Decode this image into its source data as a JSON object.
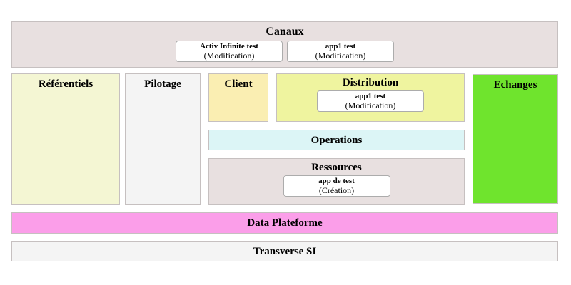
{
  "blocks": {
    "canaux": {
      "title": "Canaux",
      "color": "#e8e0e0",
      "cards": [
        {
          "name": "Activ Infinite test",
          "status": "(Modification)"
        },
        {
          "name": "app1 test",
          "status": "(Modification)"
        }
      ]
    },
    "referentiels": {
      "title": "Référentiels",
      "color": "#f4f6d3"
    },
    "pilotage": {
      "title": "Pilotage",
      "color": "#f4f4f4"
    },
    "client": {
      "title": "Client",
      "color": "#faeeb2"
    },
    "distribution": {
      "title": "Distribution",
      "color": "#eff49f",
      "cards": [
        {
          "name": "app1 test",
          "status": "(Modification)"
        }
      ]
    },
    "operations": {
      "title": "Operations",
      "color": "#dcf5f6"
    },
    "ressources": {
      "title": "Ressources",
      "color": "#e8e0e0",
      "cards": [
        {
          "name": "app de test",
          "status": "(Création)"
        }
      ]
    },
    "echanges": {
      "title": "Echanges",
      "color": "#6fe42d"
    },
    "data_plateforme": {
      "title": "Data Plateforme",
      "color": "#fb9ee9"
    },
    "transverse_si": {
      "title": "Transverse SI",
      "color": "#f4f4f4"
    },
    "card_background": "#ffffff"
  }
}
